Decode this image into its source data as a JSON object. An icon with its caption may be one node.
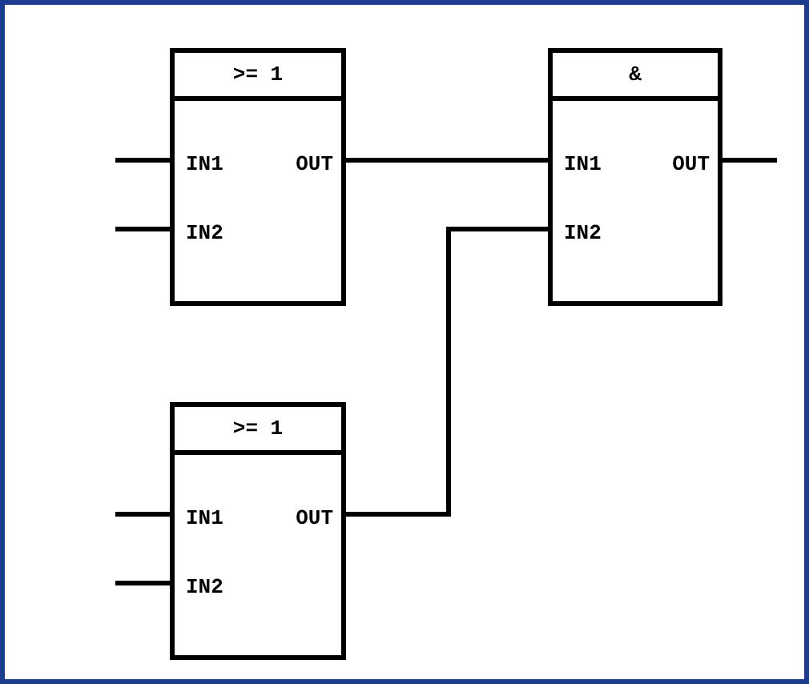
{
  "diagram": {
    "nodes": [
      {
        "text": [
          ">= 1",
          "IN1",
          "OUT",
          "IN2"
        ]
      },
      {
        "text": [
          "&",
          "IN1",
          "OUT",
          "IN2"
        ]
      },
      {
        "text": [
          ">= 1",
          "IN1",
          "OUT",
          "IN2"
        ]
      }
    ],
    "edges": [
      {
        "from": null,
        "to": 0,
        "arrow": "none"
      },
      {
        "from": null,
        "to": 0,
        "arrow": "none"
      },
      {
        "from": 0,
        "to": 1,
        "arrow": "none"
      },
      {
        "from": 2,
        "to": 1,
        "arrow": "none"
      },
      {
        "from": 1,
        "to": null,
        "arrow": "none"
      },
      {
        "from": null,
        "to": 2,
        "arrow": "none"
      },
      {
        "from": null,
        "to": 2,
        "arrow": "none"
      }
    ]
  }
}
